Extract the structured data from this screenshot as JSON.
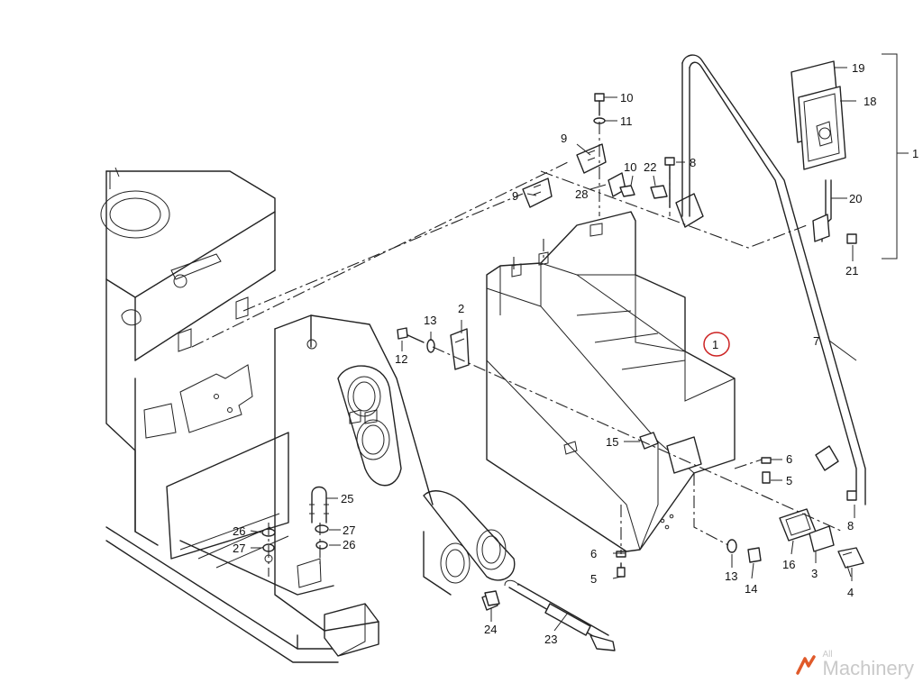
{
  "labels": {
    "p1": "1",
    "p1_group": "1",
    "p2": "2",
    "p3": "3",
    "p4": "4",
    "p5a": "5",
    "p5b": "5",
    "p6a": "6",
    "p6b": "6",
    "p7": "7",
    "p8a": "8",
    "p8b": "8",
    "p9a": "9",
    "p9b": "9",
    "p10a": "10",
    "p10b": "10",
    "p11": "11",
    "p12": "12",
    "p13a": "13",
    "p13b": "13",
    "p14": "14",
    "p15": "15",
    "p16": "16",
    "p18": "18",
    "p19": "19",
    "p20": "20",
    "p21": "21",
    "p22": "22",
    "p23": "23",
    "p24": "24",
    "p25": "25",
    "p26a": "26",
    "p26b": "26",
    "p27a": "27",
    "p27b": "27",
    "p28": "28"
  },
  "watermark": {
    "small": "All",
    "large": "Machinery",
    "icon": "all-machinery-logo-icon",
    "color": "#c9c9c9",
    "accent": "#e05a2a"
  },
  "highlight_color": "#cc2222"
}
